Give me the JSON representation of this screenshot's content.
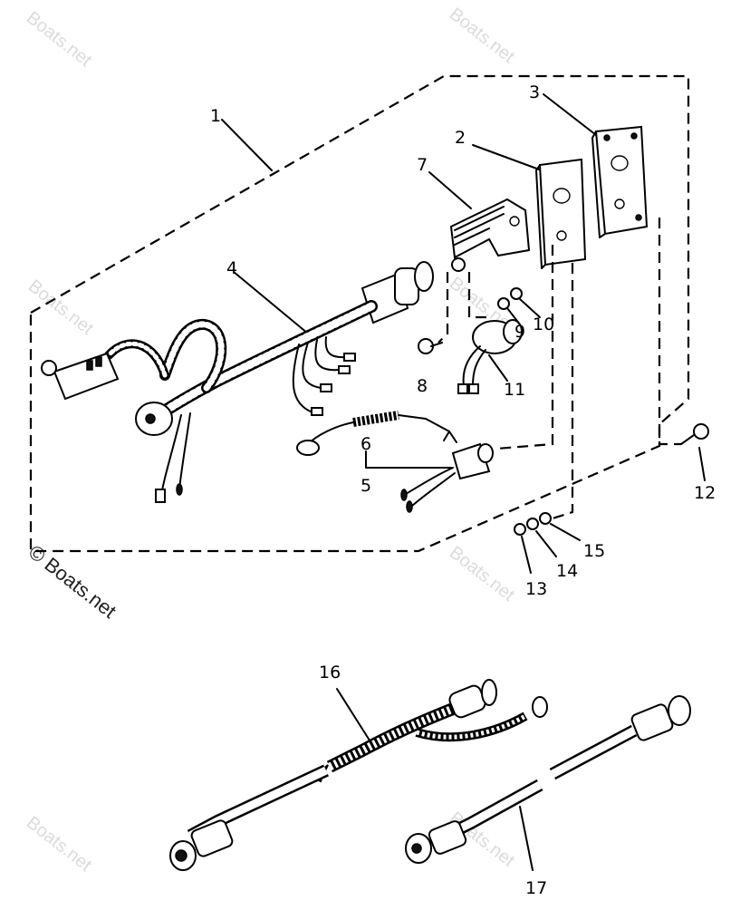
{
  "watermark": "Boats.net",
  "watermark_main": "© Boats.net",
  "callouts": {
    "p1": "1",
    "p2": "2",
    "p3": "3",
    "p4": "4",
    "p5": "5",
    "p6": "6",
    "p7": "7",
    "p8": "8",
    "p9": "9",
    "p10": "10",
    "p11": "11",
    "p12": "12",
    "p13": "13",
    "p14": "14",
    "p15": "15",
    "p16": "16",
    "p17": "17"
  }
}
